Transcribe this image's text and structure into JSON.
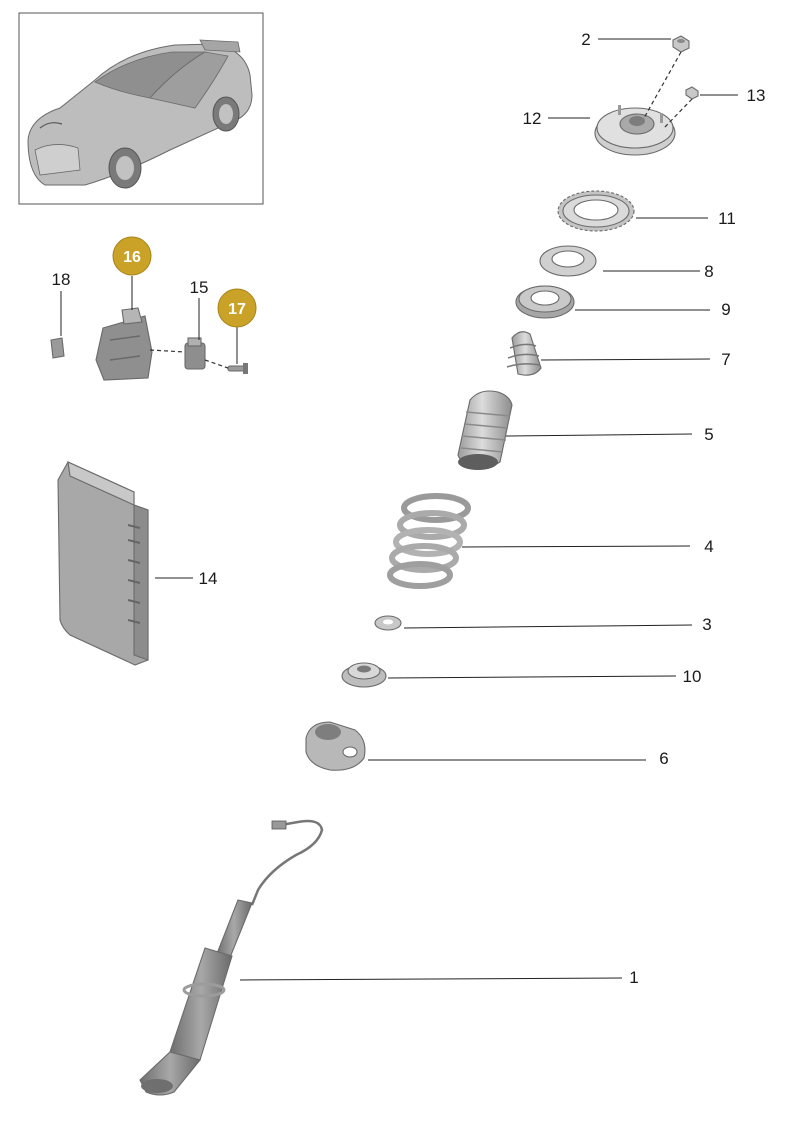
{
  "labels": {
    "p1": "1",
    "p2": "2",
    "p3": "3",
    "p4": "4",
    "p5": "5",
    "p6": "6",
    "p7": "7",
    "p8": "8",
    "p9": "9",
    "p10": "10",
    "p11": "11",
    "p12": "12",
    "p13": "13",
    "p14": "14",
    "p15": "15",
    "p16": "16",
    "p17": "17",
    "p18": "18"
  },
  "colors": {
    "badge": "#c9a227",
    "part_light": "#d4d4d4",
    "part_mid": "#b0b0b0",
    "part_dark": "#8a8a8a",
    "frame": "#555555"
  }
}
